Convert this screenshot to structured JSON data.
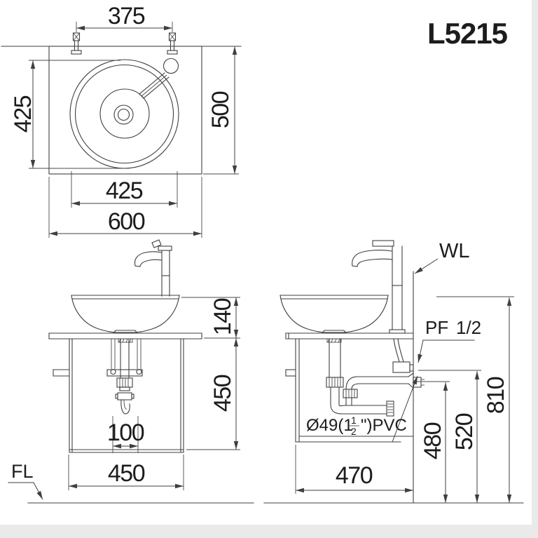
{
  "product_code": "L5215",
  "colors": {
    "line": "#3f3f3f",
    "text": "#1c1c1c",
    "background": "#ffffff",
    "edge_shade": "#e9ebeb"
  },
  "plan_view": {
    "dim_faucet_hole_spacing": "375",
    "dim_basin_vertical": "425",
    "dim_counter_depth": "500",
    "dim_basin_horizontal": "425",
    "dim_counter_width": "600"
  },
  "front_view": {
    "dim_basin_height": "140",
    "dim_counter_to_cabinet_bottom": "450",
    "dim_trap_offset": "100",
    "dim_cabinet_width": "450",
    "floor_line_label": "FL"
  },
  "side_view": {
    "wall_line_label": "WL",
    "supply_fitting_label": "PF",
    "supply_fitting_size": "1/2",
    "drain_pipe_label_prefix": "Ø49(1",
    "drain_pipe_fraction_numerator": "1",
    "drain_pipe_fraction_denominator": "2",
    "drain_pipe_label_suffix": "\")PVC",
    "dim_drain_outlet_height": "480",
    "dim_supply_height": "520",
    "dim_rim_height": "810",
    "dim_cabinet_depth": "470"
  }
}
